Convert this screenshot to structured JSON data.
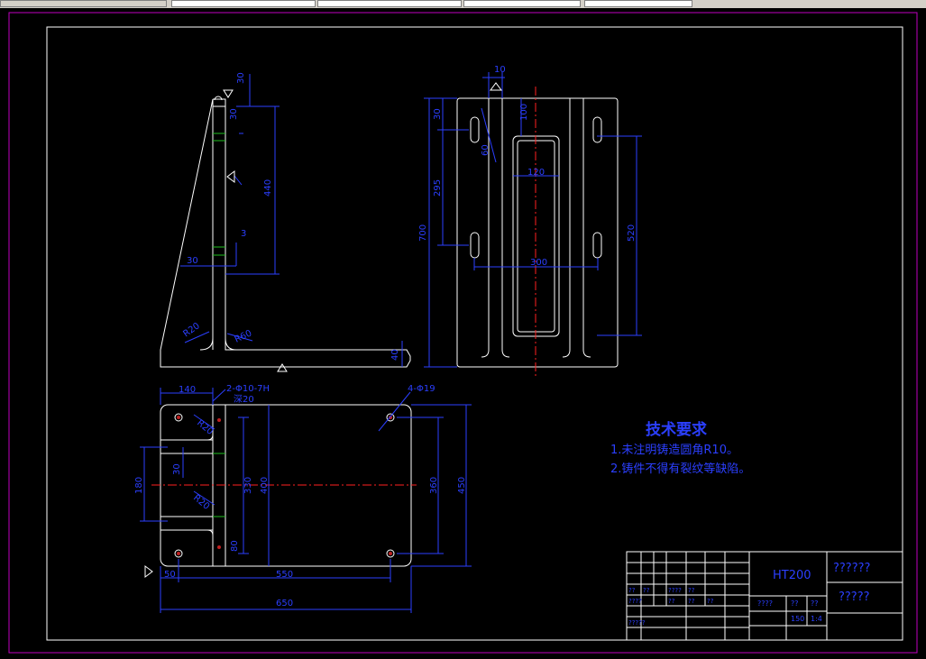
{
  "colors": {
    "background": "#000000",
    "line": "#ffffff",
    "dimension": "#2b3fff",
    "centerline": "#ff2020",
    "thread": "#20c020",
    "sheet_border": "#c000c0"
  },
  "side_view": {
    "dims": [
      "30",
      "30",
      "440",
      "3",
      "30",
      "R20",
      "R60",
      "40"
    ]
  },
  "front_view": {
    "dims": [
      "10",
      "30",
      "100",
      "60",
      "120",
      "295",
      "700",
      "520",
      "300"
    ]
  },
  "plan_view": {
    "dims": [
      "140",
      "2-Φ10-7H",
      "深20",
      "4-Φ19",
      "R20",
      "R20",
      "30",
      "180",
      "330",
      "400",
      "360",
      "450",
      "50",
      "80",
      "550",
      "650"
    ]
  },
  "tech_notes": {
    "title": "技术要求",
    "lines": [
      "1.未注明铸造圆角R10。",
      "2.铸件不得有裂纹等缺陷。"
    ]
  },
  "title_block": {
    "material": "HT200",
    "name": "??????",
    "drawing_no": "?????",
    "c1": "??",
    "c2": "??",
    "c3": "????",
    "c4": "??",
    "c5": "????",
    "c6": "??",
    "c7": "??",
    "c8": "??",
    "c9": "?????",
    "scale_label": "????",
    "r1": "??",
    "r2": "??",
    "qty": "150",
    "ratio": "1:4"
  }
}
